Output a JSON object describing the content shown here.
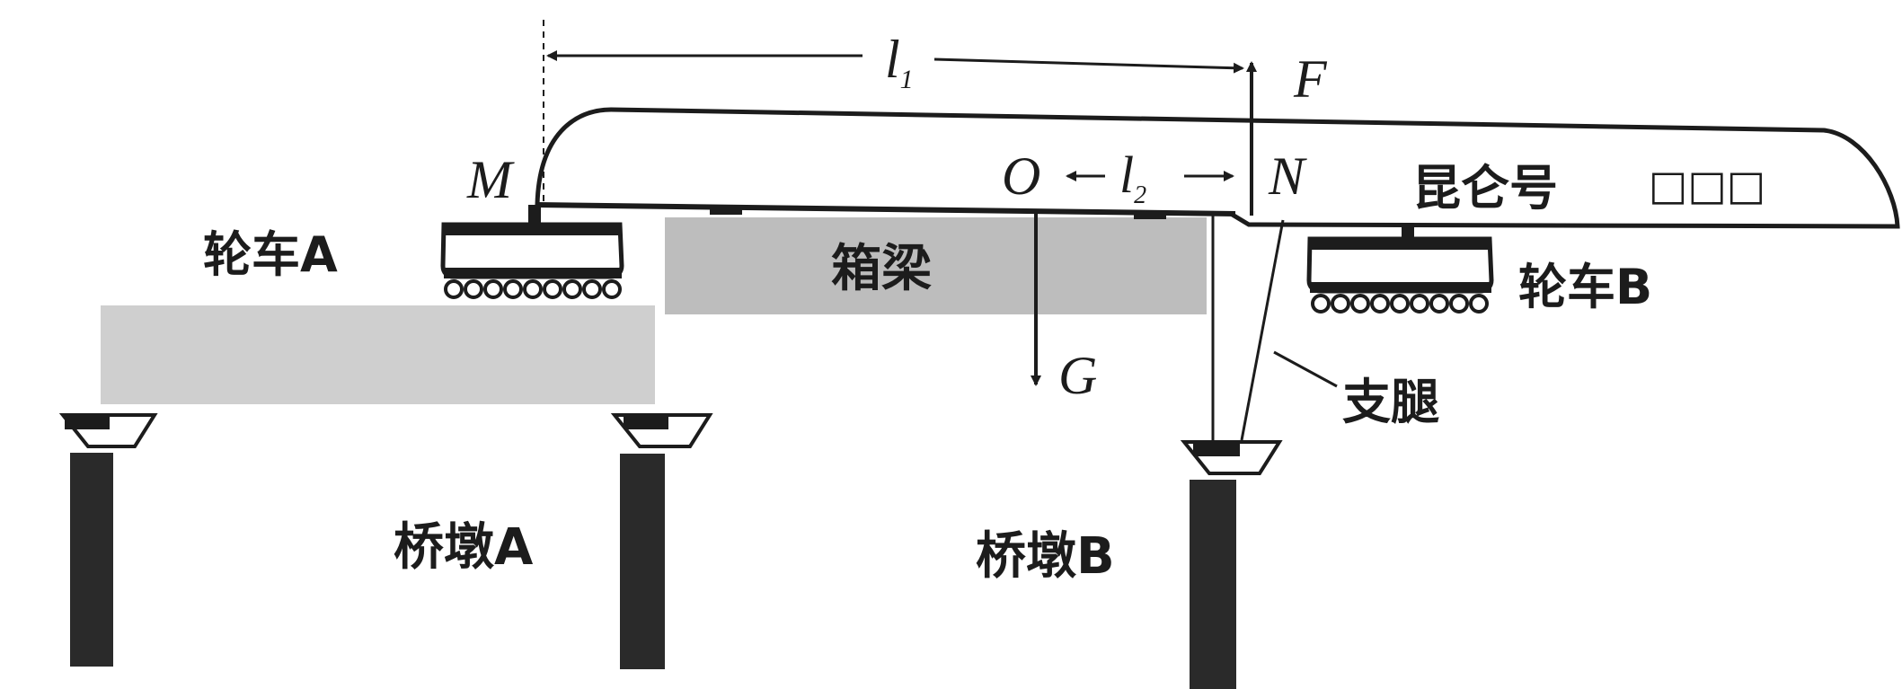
{
  "labels": {
    "l1": "l",
    "l1_sub": "1",
    "l2": "l",
    "l2_sub": "2",
    "F": "F",
    "G": "G",
    "M": "M",
    "O": "O",
    "N": "N",
    "train_name": "昆仑号",
    "train_marks": "□□□",
    "box_girder": "箱梁",
    "wheel_cart_a": "轮车A",
    "wheel_cart_b": "轮车B",
    "support_leg": "支腿",
    "pier_a": "桥墩A",
    "pier_b": "桥墩B"
  },
  "colors": {
    "ink": "#1c1c1c",
    "girder_fill": "#bdbdbd",
    "deck_fill": "#cfcfcf",
    "pier_fill": "#2a2a2a"
  }
}
